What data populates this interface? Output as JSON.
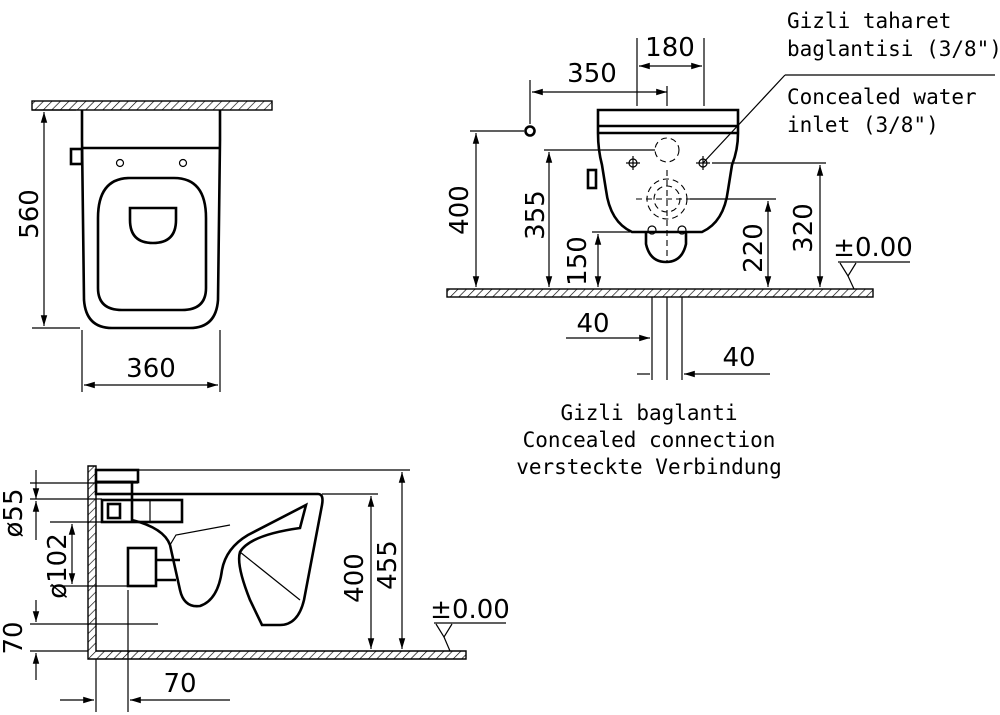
{
  "top_view": {
    "depth": "560",
    "width": "360"
  },
  "front_view": {
    "h_outlet_height": "180",
    "h_inlet_offset": "350",
    "v_inlet_height": "400",
    "v_355": "355",
    "v_150": "150",
    "v_220": "220",
    "v_320": "320",
    "floor_level": "±0.00",
    "dim_40_left": "40",
    "dim_40_right": "40"
  },
  "notes": {
    "water_tr_line1": "Gizli taharet",
    "water_tr_line2": "baglantisi (3/8\")",
    "water_en_line1": "Concealed water",
    "water_en_line2": "inlet (3/8\")",
    "conn_tr": "Gizli baglanti",
    "conn_en": "Concealed connection",
    "conn_de": "versteckte Verbindung"
  },
  "side_view": {
    "d55": "ø55",
    "d102": "ø102",
    "h70": "70",
    "h400": "400",
    "h455": "455",
    "floor_level": "±0.00",
    "depth70": "70"
  }
}
